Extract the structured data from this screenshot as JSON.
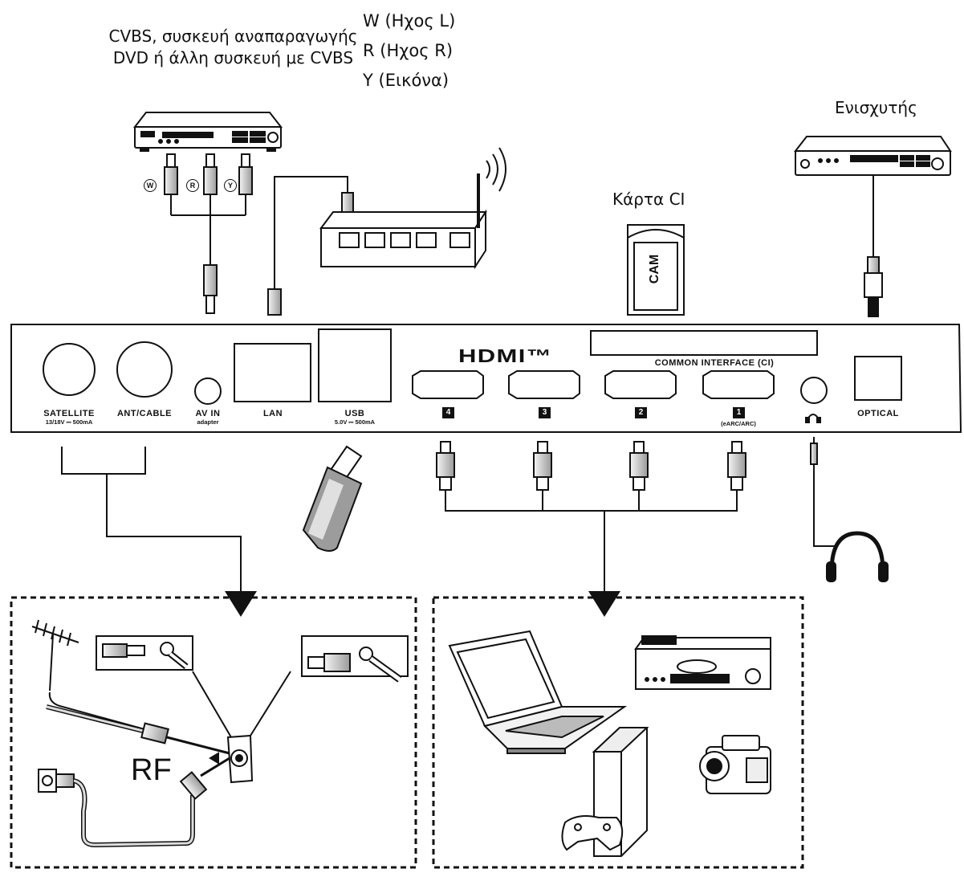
{
  "labels": {
    "cvbs_device": "CVBS, συσκευή αναπαραγωγής DVD ή άλλη συσκευή με CVBS",
    "pin_w": "W (Ηχος L)",
    "pin_r": "R (Ηχος R)",
    "pin_y": "Y (Εικόνα)",
    "amplifier": "Ενισχυτής",
    "ci_card": "Κάρτα CI",
    "cam": "CAM",
    "rf": "RF"
  },
  "rca_markers": [
    "W",
    "R",
    "Y"
  ],
  "panel": {
    "hdmi_logo": "HDMI™",
    "common_interface": "COMMON INTERFACE (CI)",
    "ports": {
      "satellite": "SATELLITE",
      "satellite_spec": "13/18V ⎓ 500mA",
      "ant_cable": "ANT/CABLE",
      "av_in": "AV IN",
      "av_in_sub": "adapter",
      "lan": "LAN",
      "usb": "USB",
      "usb_spec": "5.0V ⎓ 500mA",
      "hdmi_4": "4",
      "hdmi_3": "3",
      "hdmi_2": "2",
      "hdmi_1": "1",
      "hdmi_1_sub": "(eARC/ARC)",
      "optical": "OPTICAL"
    }
  },
  "icons": [
    "dvd-player-icon",
    "router-icon",
    "ci-card-icon",
    "amplifier-icon",
    "usb-stick-icon",
    "headphones-icon",
    "antenna-icon",
    "wall-socket-icon",
    "laptop-icon",
    "game-console-icon",
    "camcorder-icon",
    "blu-ray-player-icon"
  ]
}
